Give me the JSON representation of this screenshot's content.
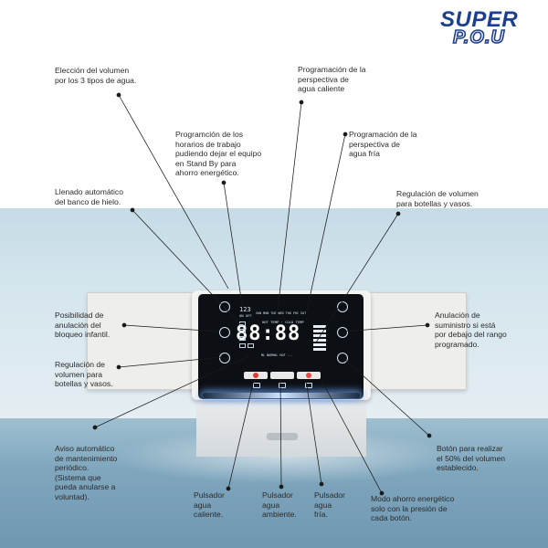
{
  "brand": {
    "top": "SUPER",
    "bottom": "P.O.U",
    "colors": {
      "primary": "#1d3f8f",
      "leader": "#1a1a1a"
    }
  },
  "display": {
    "counter": "123",
    "counter_sub": "ON OFF",
    "days": "SUN MON TUE WED THU FRI SAT",
    "modes": "HOT TEMP · COLD TEMP",
    "time": "88:88",
    "bottom_row": "ML   NORMAL  HOT   ..."
  },
  "callouts": [
    {
      "id": "eleccion-volumen",
      "text": "Elección del volumen\npor los 3 tipos de agua."
    },
    {
      "id": "prog-caliente",
      "text": "Programación de la\nperspectiva de\nagua caliente"
    },
    {
      "id": "prog-horarios",
      "text": "Programción de los\nhorarios de trabajo\npudiendo dejar el equipo\nen Stand By para\nahorro energético."
    },
    {
      "id": "prog-fria",
      "text": "Programación de la\nperspectiva de\nagua fría"
    },
    {
      "id": "llenado-hielo",
      "text": "Llenado automático\ndel banco de hielo."
    },
    {
      "id": "regulacion-volumen-derecha",
      "text": "Regulación de volumen\npara botellas y vasos."
    },
    {
      "id": "bloqueo-infantil",
      "text": "Posibilidad de\nanulación del\nbloqueo infantil."
    },
    {
      "id": "anulacion-suministro",
      "text": "Anulación de\nsuministro si está\npor debajo del rango\nprogramado."
    },
    {
      "id": "regulacion-volumen-izquierda",
      "text": "Regulación de\nvolumen para\nbotellas y vasos."
    },
    {
      "id": "aviso-mantenimiento",
      "text": "Aviso automático\nde mantenimiento\nperiódico.\n(Sistema que\npueda anularse a\nvoluntad)."
    },
    {
      "id": "boton-50",
      "text": "Botón para realizar\nel 50% del volumen\nestablecido."
    },
    {
      "id": "pulsador-caliente",
      "text": "Pulsador\nagua\ncaliente."
    },
    {
      "id": "pulsador-ambiente",
      "text": "Pulsador\nagua\nambiente."
    },
    {
      "id": "pulsador-fria",
      "text": "Pulsador\nagua\nfría."
    },
    {
      "id": "modo-ahorro",
      "text": "Modo ahorro energético\nsolo con la presión de\ncada botón."
    }
  ]
}
